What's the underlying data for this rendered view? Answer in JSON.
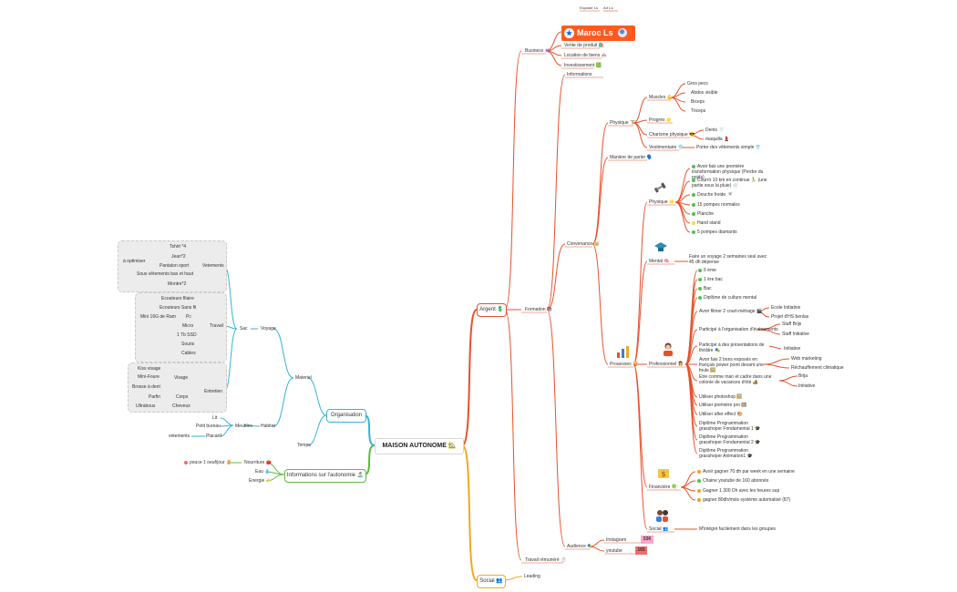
{
  "root": {
    "label": "MAISON AUTONOME 🏡"
  },
  "colors": {
    "argent": "#e8502a",
    "social": "#f5a623",
    "info": "#5bbd3c",
    "org": "#35b3d8",
    "green_dot": "#4cc34c",
    "orange_dot": "#f2a024",
    "instagram": "#f7a8c8",
    "youtube": "#f36b6b"
  },
  "argent": {
    "label": "Argent 💲",
    "business": {
      "label": "Business 👾",
      "logo": "Maroc Ls",
      "logo_links": [
        "Exposer Ls",
        "Art Ls"
      ],
      "items": [
        "Vente de produit 🛍️",
        "Location de biens 🏘️",
        "Investissement 💹"
      ]
    },
    "informations": "Informations",
    "formation": {
      "label": "Formation 📚",
      "physique": {
        "label": "Physique 🏋️",
        "muscles": "Muscles 💪",
        "muscle_items": [
          "Gros pecs",
          "Abdos visible",
          "Biceps",
          "Triceps"
        ],
        "progres": "Progrès 🌟",
        "charisme": "Charisme physique 😎",
        "charisme_items": [
          "Dents 🦷",
          "maquilla 💄"
        ],
        "vest": "Vestimentaire 👕",
        "vest_item": "Porter des vêtements simple 👕"
      },
      "maniere": "Manière de parler 🗣️",
      "convenance": "Convenance 👑",
      "phys2": {
        "label": "Physique 🌟",
        "items": [
          "Avoir fais une première transformation physique (Perdre du poids)",
          "Courrir 10 km en continue 🏃 (une partie sous la pluie) 🌧️",
          "Douche froide 🚿",
          "15 pompes normales",
          "Planche",
          "Hand stand",
          "5 pompes diamants"
        ]
      },
      "mental": {
        "label": "Mental 🧠",
        "item": "Faire un voyage 2 semaines seul avec 45 dh dépense"
      },
      "prouesses": "Prouesses 🏆",
      "pro": {
        "label": "Professionnel 👩‍💼",
        "items": [
          "6 ème",
          "1 ère bac",
          "Bac",
          "Diplôme de culture mental",
          "Avoir filmer 2 court-métrage 🎬",
          "Participé à l'organisation d'événements",
          "Participé à des présentations de théâtre 🎭",
          "Avoir fais 2 bons exposés en français power point devant une foule 🖼️",
          "Etre comme man et cadre dans une colonie de vacances d'été 🏕️",
          "Utiliser photoshop 🖼️",
          "Utiliser première pro 🎞️",
          "Utiliser after effect 🎨",
          "Diplôme Programmation grasshoper Fondamental 1 🎓",
          "Diplôme Programmation grasshoper Fondamental 2 🎓",
          "Diplôme Programmation grasshoper Animation1 🎓"
        ],
        "sub": [
          "Ecole Initiative",
          "Projet d'HS benlas",
          "Staff Brijs",
          "Staff Initiative",
          "Initiative",
          "Web marketing",
          "Réchauffement climatique",
          "Brija",
          "Initiative"
        ]
      },
      "financiere": {
        "label": "Financière 🍀",
        "items": [
          "Avoir gagner 70 dh par week en une semaine",
          "Chaine youtube de 160 abonnés",
          "Gagner 1 300 Dh avec les heures sup",
          "gagner 80dh/mois système automatisé (87)"
        ]
      },
      "social": {
        "label": "Social 👥",
        "item": "M'intégré facilement dans les groupes"
      },
      "audience": "Audience 🎭",
      "instagram": {
        "label": "Instagram",
        "count": "536"
      },
      "youtube": {
        "label": "youtube",
        "count": "165"
      }
    },
    "travail": "Travail rémunéré ⏱️"
  },
  "social": {
    "label": "Social 👥",
    "leading": "Leading"
  },
  "info": {
    "label": "Informations sur l'autonomie 🏝️",
    "items": [
      "Nourriture 🍅",
      "Eau 💧",
      "Energie ⚡"
    ],
    "nourriture_sub": "pouce 1 oeuf/jour 🥚"
  },
  "org": {
    "label": "Organisation",
    "temps": "Temps",
    "materiel": "Materiel",
    "sac": "Sac",
    "voyage": "Voyage",
    "vetements": "Vetements",
    "a_optimiser": "à optimiser",
    "vet_items": [
      "Tshirt *4",
      "Jean*2",
      "Pantalon sport",
      "Sous vêtements bas et haut",
      "Montre*2"
    ],
    "travail": "Travail",
    "trav_items": [
      "Ecouteurs filaire",
      "Ecouteurs Sans fil",
      "Pc",
      "Micro",
      "1 Tb SSD",
      "Souris",
      "Cables"
    ],
    "mini_ram": "Mini 16G de Ram",
    "entretien": "Entretien",
    "visage": "Visage",
    "corps": "Corps",
    "cheveux": "Cheveux",
    "ent_items": [
      "Kiss visage",
      "Mini-Foure",
      "Brosse à dent",
      "Parfin",
      "Ultrabous"
    ],
    "habitat": "Habitat",
    "meubles": "Meubles",
    "lit": "Lit",
    "petit_bureau": "Petit bureau",
    "placard": "Placard",
    "vetements2": "vetements"
  }
}
